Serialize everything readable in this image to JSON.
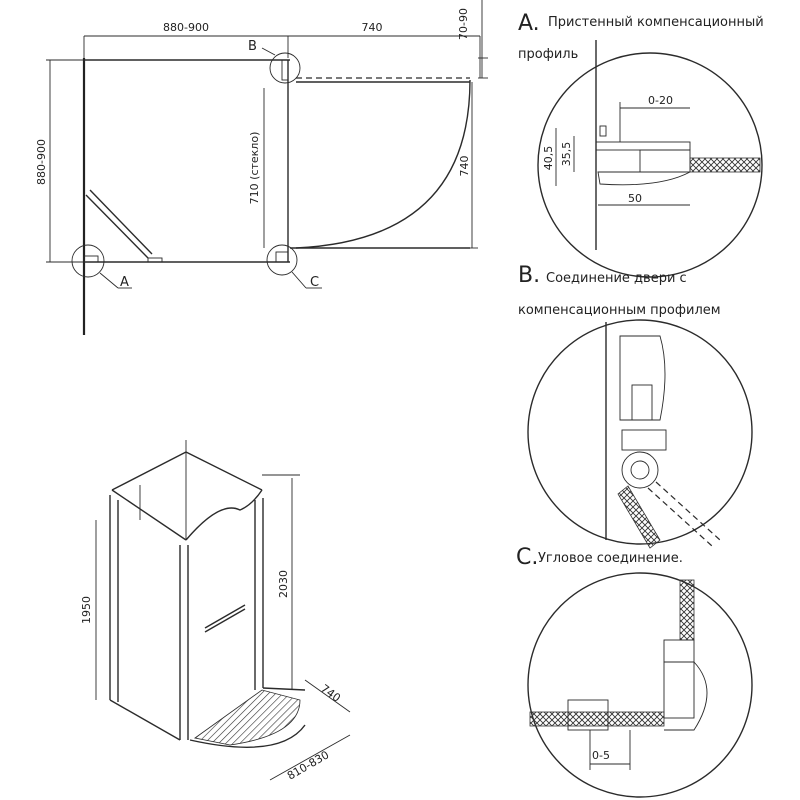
{
  "plan": {
    "dim_width": "880-900",
    "dim_door": "740",
    "dim_depth_left": "880-900",
    "dim_depth_right": "740",
    "dim_glass": "710 (стекло)",
    "dim_gap": "70-90",
    "callout_a": "A",
    "callout_b": "B",
    "callout_c": "C"
  },
  "iso": {
    "dim_height_inner": "1950",
    "dim_height_outer": "2030",
    "dim_tray_depth": "740",
    "dim_tray_width": "810-830"
  },
  "detail_a": {
    "letter": "A.",
    "title_line1": "Пристенный компенсационный",
    "title_line2": "профиль",
    "dim_adjust": "0-20",
    "dim_h1": "40,5",
    "dim_h2": "35,5",
    "dim_width": "50"
  },
  "detail_b": {
    "letter": "B.",
    "title_line1": "Соединение двери с",
    "title_line2": "компенсационным профилем"
  },
  "detail_c": {
    "letter": "C.",
    "title_line1": "Угловое соединение.",
    "dim_adjust": "0-5"
  }
}
